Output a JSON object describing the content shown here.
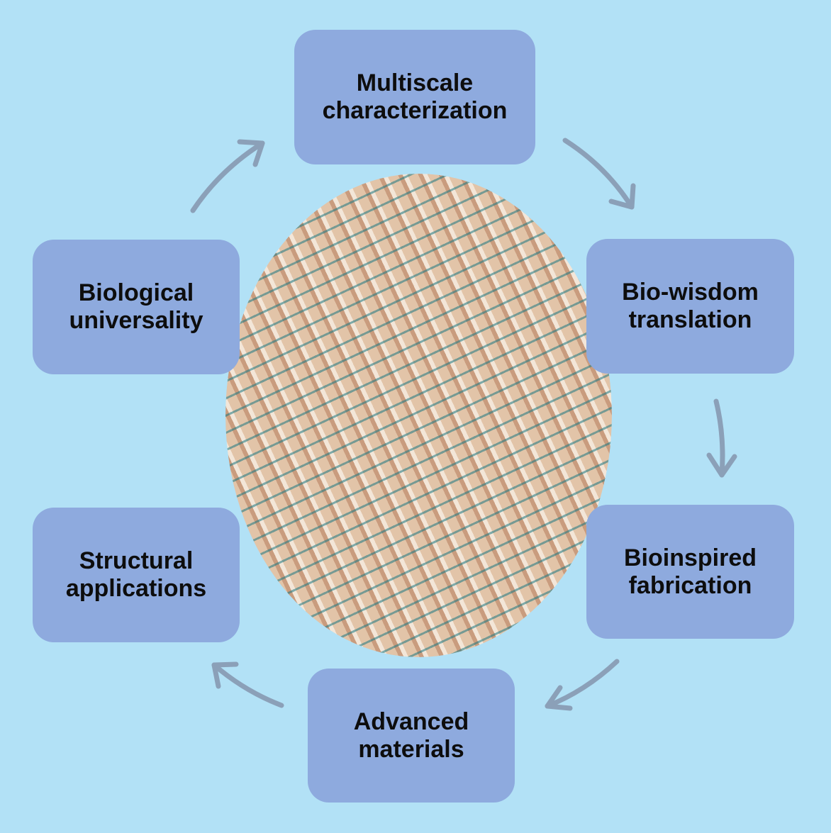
{
  "diagram": {
    "center_image": "fiber-bundle-illustration",
    "colors": {
      "background": "#b2e1f6",
      "box": "#8eaade",
      "arrow": "#8ba0b8"
    },
    "nodes": [
      {
        "label": "Multiscale\ncharacterization"
      },
      {
        "label": "Bio-wisdom\ntranslation"
      },
      {
        "label": "Bioinspired\nfabrication"
      },
      {
        "label": "Advanced\nmaterials"
      },
      {
        "label": "Structural\napplications"
      },
      {
        "label": "Biological\nuniversality"
      }
    ]
  }
}
